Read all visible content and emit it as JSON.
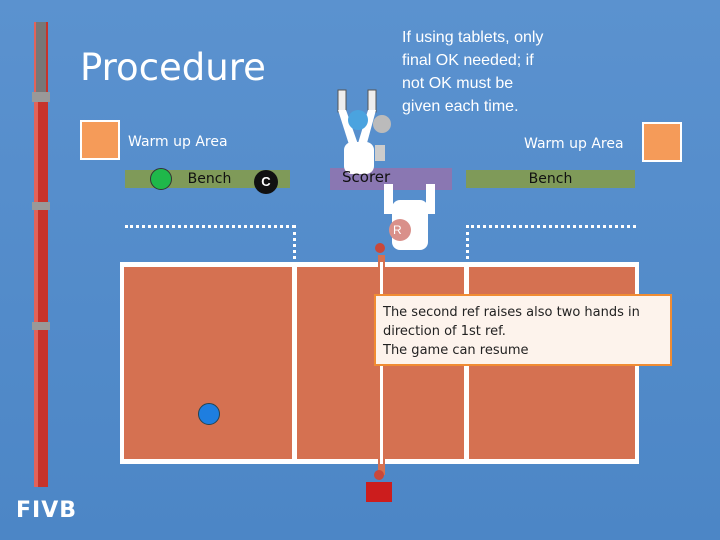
{
  "title": "Procedure",
  "note": "If using tablets, only final OK needed; if not OK must be given each time.",
  "left_team": {
    "warm_up_label": "Warm up Area",
    "bench_label": "Bench",
    "coach_label": "C"
  },
  "right_team": {
    "warm_up_label": "Warm up Area",
    "bench_label": "Bench"
  },
  "scorer_label": "Scorer",
  "second_ref_label": "R",
  "callout": {
    "line1": "The second ref raises also two hands in direction of 1st ref.",
    "line2": "The game can resume"
  },
  "logo_text": "FIVB",
  "colors": {
    "background": "#5b92cf",
    "court": "#d57151",
    "bench": "#7f9a59",
    "scorer_table": "#8a77b2",
    "warm_up_square": "#f59b59",
    "callout_border": "#f08c33"
  }
}
